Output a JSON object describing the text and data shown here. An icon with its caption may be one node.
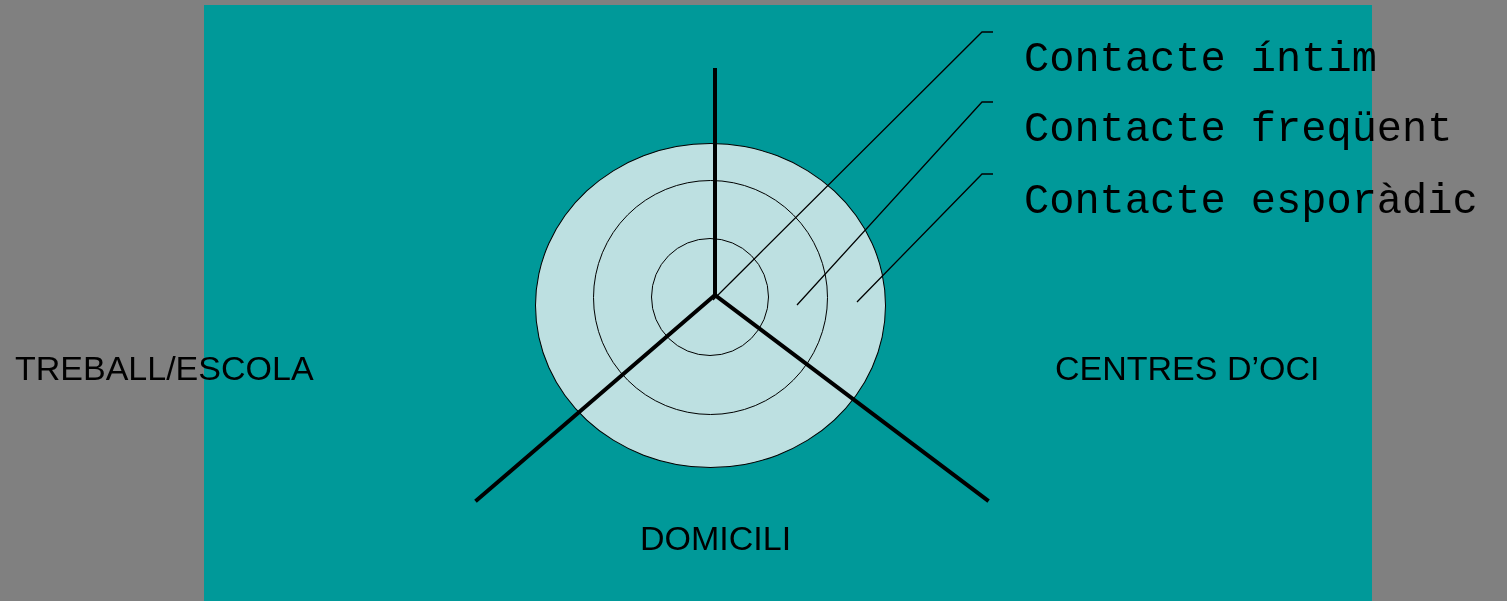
{
  "diagram": {
    "nodes": [
      {
        "text": [
          "Contacte íntim"
        ]
      },
      {
        "text": [
          "Contacte freqüent"
        ]
      },
      {
        "text": [
          "Contacte esporàdic"
        ]
      },
      {
        "text": [],
        "shape": "circle"
      },
      {
        "text": [],
        "shape": "circle",
        "in": 3
      },
      {
        "text": [],
        "shape": "circle",
        "in": 4
      }
    ],
    "edges": [
      {
        "from": 0,
        "to": 5,
        "arrow": "none"
      },
      {
        "from": 1,
        "to": 4,
        "arrow": "none"
      },
      {
        "from": 2,
        "to": 3,
        "arrow": "none"
      }
    ],
    "labels": [
      "TREBALL/ESCOLA",
      "CENTRES D’OCI",
      "DOMICILI"
    ]
  }
}
